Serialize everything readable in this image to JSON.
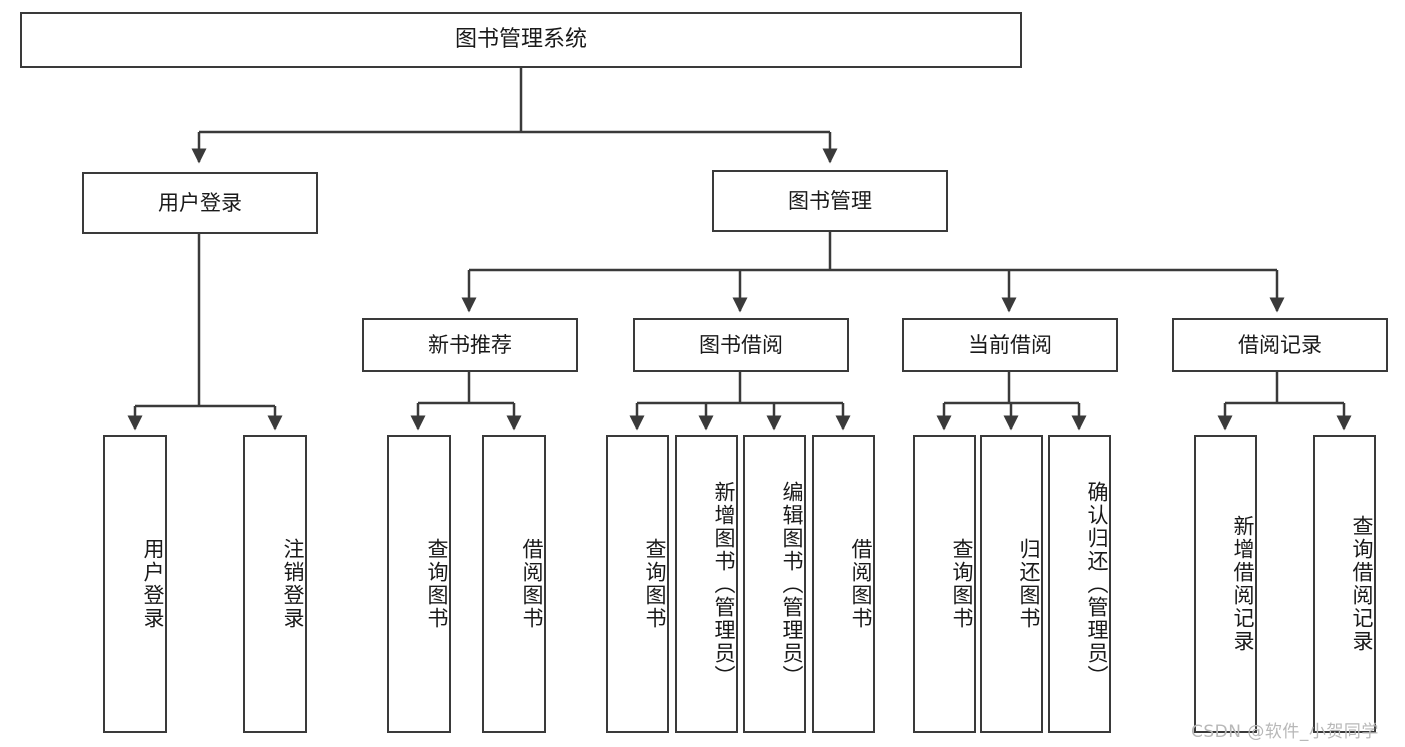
{
  "diagram": {
    "title": "图书管理系统",
    "type": "tree",
    "root": {
      "label": "图书管理系统"
    },
    "level2": [
      {
        "label": "用户登录"
      },
      {
        "label": "图书管理"
      }
    ],
    "level3": [
      {
        "label": "新书推荐"
      },
      {
        "label": "图书借阅"
      },
      {
        "label": "当前借阅"
      },
      {
        "label": "借阅记录"
      }
    ],
    "leaves": {
      "user_login": [
        {
          "label": "用户登录"
        },
        {
          "label": "注销登录"
        }
      ],
      "new_book_recommend": [
        {
          "label": "查询图书"
        },
        {
          "label": "借阅图书"
        }
      ],
      "book_borrow": [
        {
          "label": "查询图书"
        },
        {
          "label": "新增图书（管理员）"
        },
        {
          "label": "编辑图书（管理员）"
        },
        {
          "label": "借阅图书"
        }
      ],
      "current_borrow": [
        {
          "label": "查询图书"
        },
        {
          "label": "归还图书"
        },
        {
          "label": "确认归还（管理员）"
        }
      ],
      "borrow_record": [
        {
          "label": "新增借阅记录"
        },
        {
          "label": "查询借阅记录"
        }
      ]
    }
  },
  "watermark": {
    "text": "CSDN @软件_小贺同学"
  },
  "colors": {
    "stroke": "#3a3a3a",
    "fill": "#ffffff",
    "text": "#1a1a1a",
    "watermark": "#b8b8b8"
  }
}
